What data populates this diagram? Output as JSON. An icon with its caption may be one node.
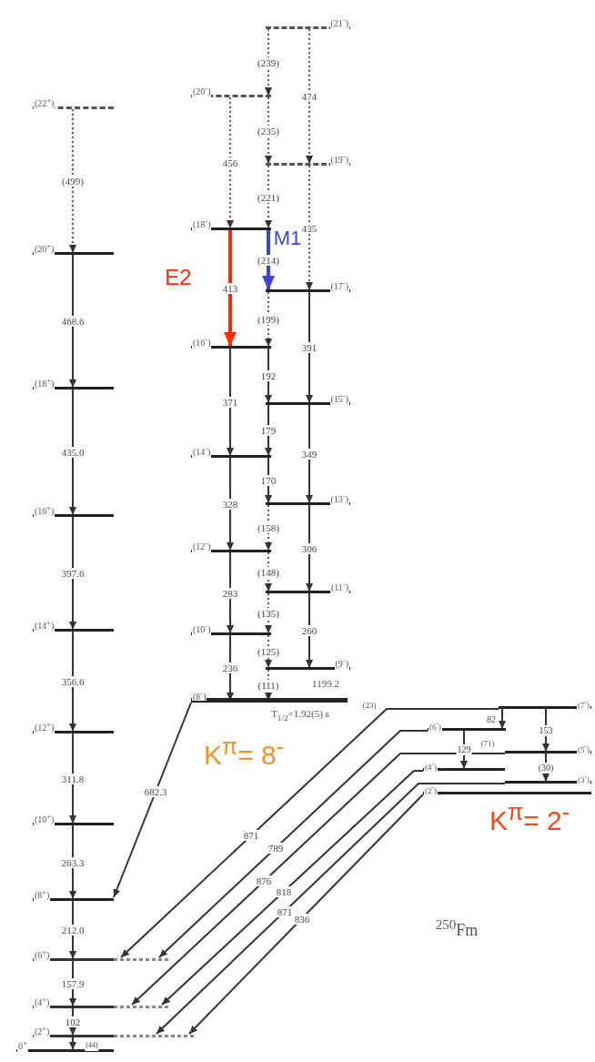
{
  "diagram": {
    "nodes": [
      {
        "text": [
          "(22$^{+}$)"
        ]
      },
      {
        "text": [
          "(20$^{+}$)"
        ]
      },
      {
        "text": [
          "(18$^{+}$)"
        ]
      },
      {
        "text": [
          "(16$^{+}$)"
        ]
      },
      {
        "text": [
          "(14$^{+}$)"
        ]
      },
      {
        "text": [
          "(12$^{+}$)"
        ]
      },
      {
        "text": [
          "(10$^{+}$)"
        ]
      },
      {
        "text": [
          "(8$^{+}$)"
        ]
      },
      {
        "text": [
          "(6$^{+}$)"
        ]
      },
      {
        "text": [
          "(4$^{+}$)"
        ]
      },
      {
        "text": [
          "(2$^{+}$)"
        ]
      },
      {
        "text": [
          "0$^{+}$"
        ]
      },
      {
        "text": [
          "(21$^{-}$)"
        ]
      },
      {
        "text": [
          "(20$^{-}$)"
        ]
      },
      {
        "text": [
          "(19$^{-}$)"
        ]
      },
      {
        "text": [
          "(18$^{-}$)"
        ]
      },
      {
        "text": [
          "(17$^{-}$)"
        ]
      },
      {
        "text": [
          "(16$^{-}$)"
        ]
      },
      {
        "text": [
          "(15$^{-}$)"
        ]
      },
      {
        "text": [
          "(14$^{-}$)"
        ]
      },
      {
        "text": [
          "(13$^{-}$)"
        ]
      },
      {
        "text": [
          "(12$^{-}$)"
        ]
      },
      {
        "text": [
          "(11$^{-}$)"
        ]
      },
      {
        "text": [
          "(10$^{-}$)"
        ]
      },
      {
        "text": [
          "(9$^{-}$)"
        ]
      },
      {
        "text": [
          "(8$^{-}$)"
        ],
        "beside": [
          "1199.2",
          "T$_{1/2}$=1.92(5) s"
        ]
      },
      {
        "text": [
          "(7$^{-}$)"
        ]
      },
      {
        "text": [
          "(6$^{-}$)"
        ]
      },
      {
        "text": [
          "(5$^{-}$)"
        ]
      },
      {
        "text": [
          "(4$^{-}$)"
        ]
      },
      {
        "text": [
          "(3$^{-}$)"
        ]
      },
      {
        "text": [
          "(2$^{-}$)"
        ]
      }
    ],
    "edges": [
      {
        "from": 0,
        "to": 1,
        "arrow": "to",
        "label": "(499)",
        "style": "dashed"
      },
      {
        "from": 1,
        "to": 2,
        "arrow": "to",
        "label": "468.6"
      },
      {
        "from": 2,
        "to": 3,
        "arrow": "to",
        "label": "435.0"
      },
      {
        "from": 3,
        "to": 4,
        "arrow": "to",
        "label": "397.6"
      },
      {
        "from": 4,
        "to": 5,
        "arrow": "to",
        "label": "356.6"
      },
      {
        "from": 5,
        "to": 6,
        "arrow": "to",
        "label": "311.8"
      },
      {
        "from": 6,
        "to": 7,
        "arrow": "to",
        "label": "263.3"
      },
      {
        "from": 7,
        "to": 8,
        "arrow": "to",
        "label": "212.0"
      },
      {
        "from": 8,
        "to": 9,
        "arrow": "to",
        "label": "157.9"
      },
      {
        "from": 9,
        "to": 10,
        "arrow": "to",
        "label": "102"
      },
      {
        "from": 10,
        "to": 11,
        "arrow": "to",
        "label": "(44)"
      },
      {
        "from": 13,
        "to": 15,
        "arrow": "to",
        "label": "456",
        "style": "dashed"
      },
      {
        "from": 15,
        "to": 17,
        "arrow": "to",
        "label": "413",
        "style": "thick",
        "color": "#ff2a00"
      },
      {
        "from": 17,
        "to": 19,
        "arrow": "to",
        "label": "371"
      },
      {
        "from": 19,
        "to": 21,
        "arrow": "to",
        "label": "328"
      },
      {
        "from": 21,
        "to": 23,
        "arrow": "to",
        "label": "283"
      },
      {
        "from": 23,
        "to": 25,
        "arrow": "to",
        "label": "236"
      },
      {
        "from": 12,
        "to": 14,
        "arrow": "to",
        "label": "474",
        "style": "dashed"
      },
      {
        "from": 14,
        "to": 16,
        "arrow": "to",
        "label": "435",
        "style": "dashed"
      },
      {
        "from": 16,
        "to": 18,
        "arrow": "to",
        "label": "391"
      },
      {
        "from": 18,
        "to": 20,
        "arrow": "to",
        "label": "349"
      },
      {
        "from": 20,
        "to": 22,
        "arrow": "to",
        "label": "306"
      },
      {
        "from": 22,
        "to": 24,
        "arrow": "to",
        "label": "260"
      },
      {
        "from": 12,
        "to": 13,
        "arrow": "to",
        "label": "(239)",
        "style": "dashed"
      },
      {
        "from": 13,
        "to": 14,
        "arrow": "to",
        "label": "(235)",
        "style": "dashed"
      },
      {
        "from": 14,
        "to": 15,
        "arrow": "to",
        "label": "(221)",
        "style": "dashed"
      },
      {
        "from": 15,
        "to": 16,
        "arrow": "to",
        "label": "(214)",
        "style": "thick",
        "color": "#3c46d2"
      },
      {
        "from": 16,
        "to": 17,
        "arrow": "to",
        "label": "(199)",
        "style": "dashed"
      },
      {
        "from": 17,
        "to": 18,
        "arrow": "to",
        "label": "192"
      },
      {
        "from": 18,
        "to": 19,
        "arrow": "to",
        "label": "179"
      },
      {
        "from": 19,
        "to": 20,
        "arrow": "to",
        "label": "170"
      },
      {
        "from": 20,
        "to": 21,
        "arrow": "to",
        "label": "(158)",
        "style": "dashed"
      },
      {
        "from": 21,
        "to": 22,
        "arrow": "to",
        "label": "(148)",
        "style": "dashed"
      },
      {
        "from": 22,
        "to": 23,
        "arrow": "to",
        "label": "(135)",
        "style": "dashed"
      },
      {
        "from": 23,
        "to": 24,
        "arrow": "to",
        "label": "(125)",
        "style": "dashed"
      },
      {
        "from": 24,
        "to": 25,
        "arrow": "to",
        "label": "(111)",
        "style": "dashed"
      },
      {
        "from": 25,
        "to": 7,
        "arrow": "to",
        "label": "682.3"
      },
      {
        "from": 26,
        "to": 8,
        "arrow": "to",
        "label": "871"
      },
      {
        "from": 27,
        "to": 8,
        "arrow": "to",
        "label": "789"
      },
      {
        "from": 28,
        "to": 9,
        "arrow": "to",
        "label": "876"
      },
      {
        "from": 29,
        "to": 9,
        "arrow": "to",
        "label": "818"
      },
      {
        "from": 30,
        "to": 10,
        "arrow": "to",
        "label": "871"
      },
      {
        "from": 31,
        "to": 10,
        "arrow": "to",
        "label": "836"
      },
      {
        "from": 26,
        "to": 27,
        "arrow": "to",
        "label": "82"
      },
      {
        "from": 26,
        "to": 28,
        "arrow": "to",
        "label": "153"
      },
      {
        "from": 27,
        "to": 29,
        "arrow": "to",
        "label": "129"
      },
      {
        "from": 28,
        "to": 30,
        "arrow": "to",
        "label": "(30)"
      }
    ],
    "labels": [
      "E2",
      "M1",
      "K$^{π}$= 8$^{-}$",
      "(23)",
      "(71)",
      "K$^{π}$= 2$^{-}$",
      "$^{250}$Fm"
    ]
  }
}
